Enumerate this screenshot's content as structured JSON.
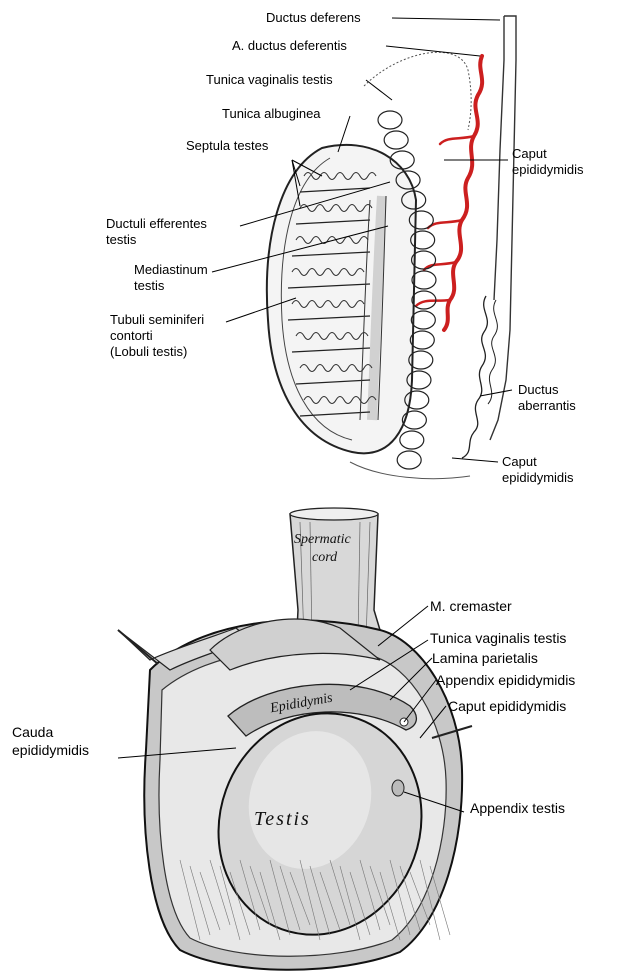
{
  "colors": {
    "artery": "#cc1f1f",
    "ink": "#222222",
    "paper": "#ffffff"
  },
  "top_figure": {
    "labels": {
      "ductus_deferens": "Ductus deferens",
      "a_ductus_deferentis": "A. ductus deferentis",
      "tunica_vaginalis_testis": "Tunica vaginalis testis",
      "tunica_albuginea": "Tunica albuginea",
      "septula_testes": "Septula testes",
      "caput_epididymidis_1": "Caput",
      "caput_epididymidis_2": "epididymidis",
      "ductuli_efferentes_1": "Ductuli efferentes",
      "ductuli_efferentes_2": "testis",
      "mediastinum_1": "Mediastinum",
      "mediastinum_2": "testis",
      "tubuli_1": "Tubuli seminiferi",
      "tubuli_2": "contorti",
      "tubuli_3": "(Lobuli testis)",
      "ductus_aberrantis_1": "Ductus",
      "ductus_aberrantis_2": "aberrantis",
      "caput_lower_1": "Caput",
      "caput_lower_2": "epididymidis"
    }
  },
  "bottom_figure": {
    "labels": {
      "m_cremaster": "M. cremaster",
      "tunica_vaginalis_testis": "Tunica vaginalis testis",
      "lamina_parietalis": "Lamina parietalis",
      "appendix_epididymidis": "Appendix epididymidis",
      "caput_epididymidis": "Caput epididymidis",
      "cauda_1": "Cauda",
      "cauda_2": "epididymidis",
      "appendix_testis": "Appendix testis"
    },
    "inline_text": {
      "spermatic_1": "Spermatic",
      "spermatic_2": "cord",
      "epididymis": "Epididymis",
      "testis": "Testis"
    }
  }
}
